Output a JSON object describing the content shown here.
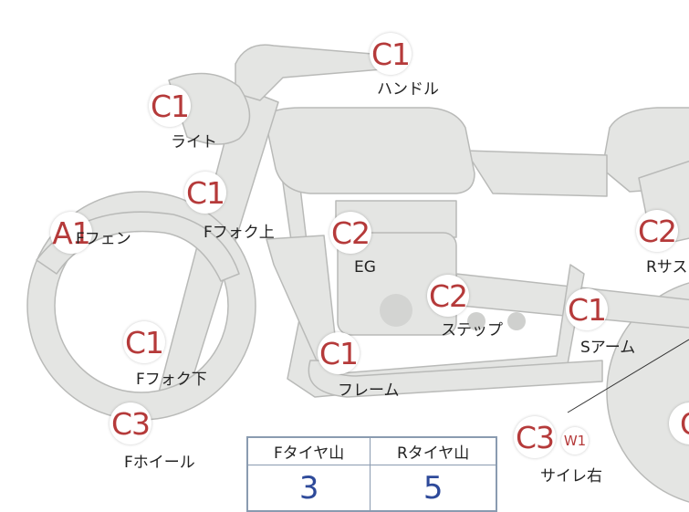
{
  "parts": [
    {
      "id": "handle",
      "grade": "C1",
      "label": "ハンドル"
    },
    {
      "id": "light",
      "grade": "C1",
      "label": "ライト"
    },
    {
      "id": "fork_upper",
      "grade": "C1",
      "label": "Fフォク上"
    },
    {
      "id": "front_fender",
      "grade": "A1",
      "label": "Fフェン"
    },
    {
      "id": "engine",
      "grade": "C2",
      "label": "EG"
    },
    {
      "id": "step",
      "grade": "C2",
      "label": "ステップ"
    },
    {
      "id": "rear_sus",
      "grade": "C2",
      "label": "Rサス"
    },
    {
      "id": "swing_arm",
      "grade": "C1",
      "label": "Sアーム"
    },
    {
      "id": "fork_lower",
      "grade": "C1",
      "label": "Fフォク下"
    },
    {
      "id": "frame",
      "grade": "C1",
      "label": "フレーム"
    },
    {
      "id": "front_wheel",
      "grade": "C3",
      "label": "Fホイール"
    },
    {
      "id": "muffler_right",
      "grade": "C3",
      "sub_grade": "W1",
      "label": "サイレ右"
    },
    {
      "id": "rear_wheel",
      "grade": "C"
    }
  ],
  "tire_table": {
    "headers": [
      "Fタイヤ山",
      "Rタイヤ山"
    ],
    "values": [
      "3",
      "5"
    ]
  },
  "colors": {
    "badge_text": "#b53a3a",
    "value_text": "#2e4a9a",
    "body_fill": "#e4e5e3",
    "body_stroke": "#b9bab8"
  }
}
